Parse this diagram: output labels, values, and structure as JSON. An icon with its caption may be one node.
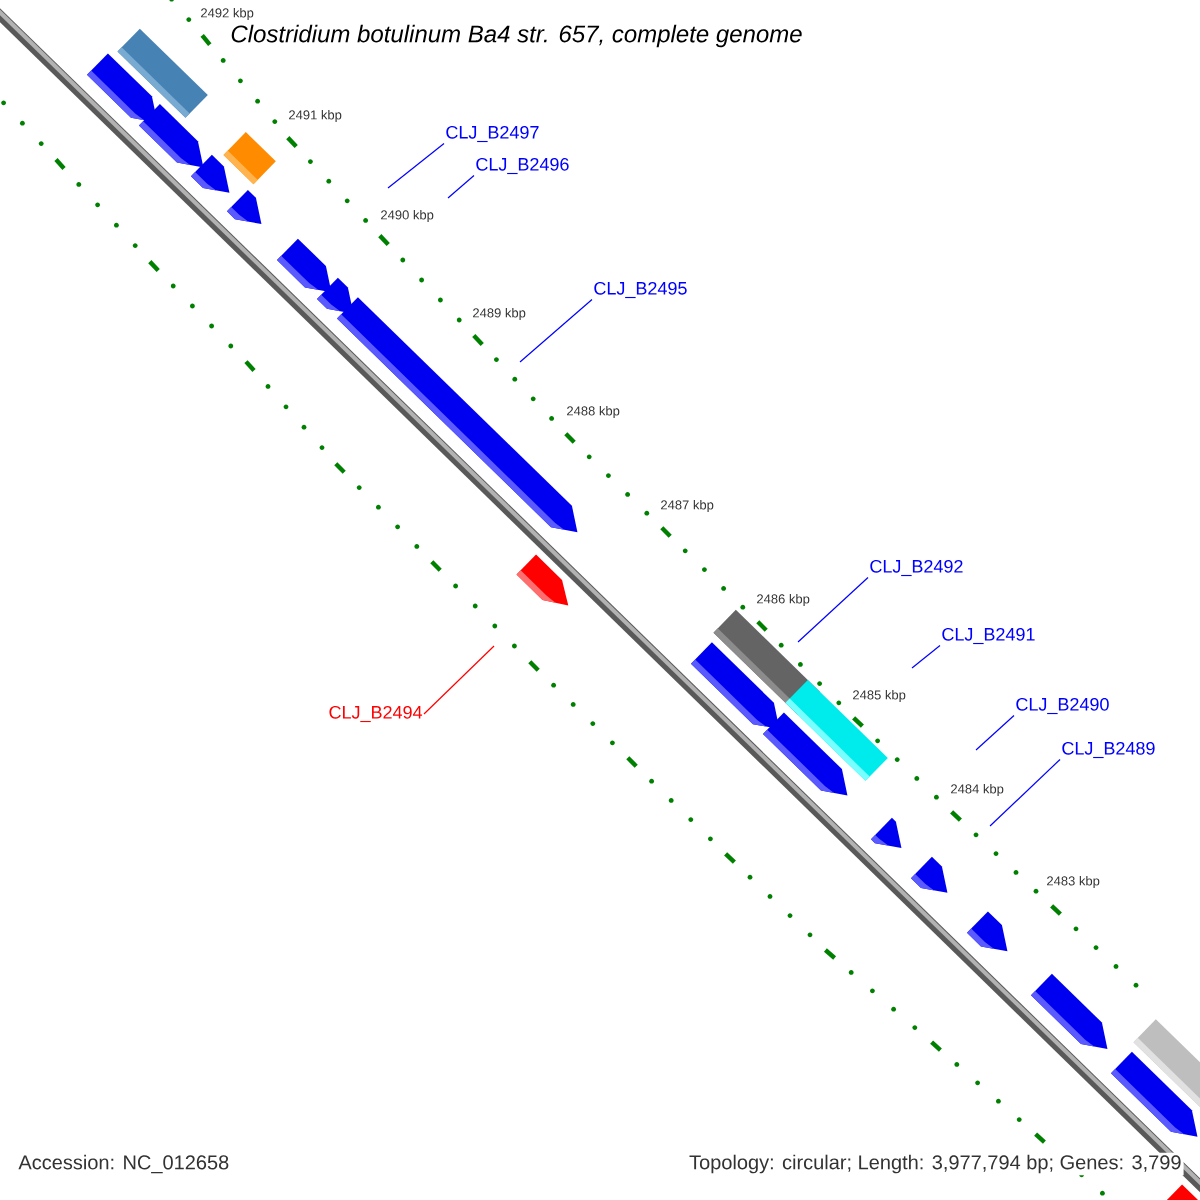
{
  "diagram": {
    "title": "Clostridium botulinum Ba4 str. 657, complete genome",
    "nodes": [
      {
        "text": [
          "CLJ_B2497"
        ]
      },
      {
        "text": [
          "CLJ_B2496"
        ]
      },
      {
        "text": [
          "CLJ_B2495"
        ]
      },
      {
        "text": [
          "CLJ_B2494"
        ]
      },
      {
        "text": [
          "CLJ_B2492"
        ]
      },
      {
        "text": [
          "CLJ_B2491"
        ]
      },
      {
        "text": [
          "CLJ_B2490"
        ]
      },
      {
        "text": [
          "CLJ_B2489"
        ]
      }
    ],
    "edges": [
      {
        "from": 0,
        "to": null,
        "arrow": "none"
      },
      {
        "from": 1,
        "to": null,
        "arrow": "none"
      },
      {
        "from": 2,
        "to": null,
        "arrow": "none"
      },
      {
        "from": 3,
        "to": null,
        "arrow": "none",
        "color": "#ff0000"
      },
      {
        "from": 4,
        "to": null,
        "arrow": "none"
      },
      {
        "from": 5,
        "to": null,
        "arrow": "none"
      },
      {
        "from": 6,
        "to": null,
        "arrow": "none"
      },
      {
        "from": 7,
        "to": null,
        "arrow": "none"
      }
    ],
    "labels": [
      "2492 kbp",
      "2491 kbp",
      "2490 kbp",
      "2489 kbp",
      "2488 kbp",
      "2487 kbp",
      "2486 kbp",
      "2485 kbp",
      "2484 kbp",
      "2483 kbp",
      "Accession: NC_012658",
      "Topology: circular; Length: 3,977,794 bp; Genes: 3,799"
    ]
  }
}
